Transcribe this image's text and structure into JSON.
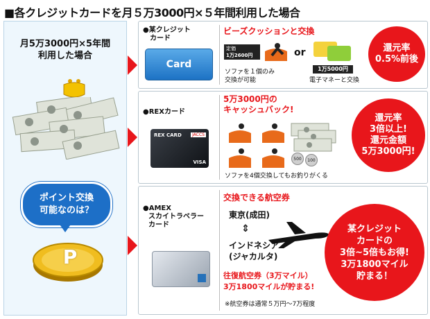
{
  "title": "■各クレジットカードを月５万3000円×５年間利用した場合",
  "left": {
    "lines": [
      "月5万3000円×5年間",
      "利用した場合"
    ],
    "bubble_lines": [
      "ポイント交換",
      "可能なのは？"
    ],
    "coin_letter": "P"
  },
  "panel1": {
    "card_lines": [
      "●某クレジット",
      "カード"
    ],
    "card_image_label": "Card",
    "heading": "ビーズクッションと交換",
    "price_tag_lines": [
      "定価",
      "1万2600円"
    ],
    "or": "or",
    "price2": "1万5000円",
    "left_note_lines": [
      "ソファを１個のみ",
      "交換が可能"
    ],
    "right_note": "電子マネーと交換",
    "badge_lines": [
      "還元率",
      "0.5%前後"
    ]
  },
  "panel2": {
    "card_line": "●REXカード",
    "heading_lines": [
      "5万3000円の",
      "キャッシュバック!"
    ],
    "coin1": "500",
    "coin2": "100",
    "note": "ソファを4個交換してもお釣りがくる",
    "card_brand": "REX CARD",
    "card_logo": "JACCS",
    "card_visa": "VISA",
    "badge_lines": [
      "還元率",
      "3倍以上!",
      "還元金額",
      "5万3000円!"
    ]
  },
  "panel3": {
    "card_lines": [
      "●AMEX",
      "スカイトラベラー",
      "カード"
    ],
    "heading": "交換できる航空券",
    "from": "東京(成田)",
    "to_lines": [
      "インドネシア",
      "(ジャカルタ)"
    ],
    "result_lines": [
      "往復航空券（3万マイル）",
      "3万1800マイルが貯まる!"
    ],
    "note": "※航空券は通常５万円～7万程度",
    "badge_lines": [
      "某クレジット",
      "カードの",
      "3倍~5倍もお得!",
      "3万1800マイル",
      "貯まる！"
    ]
  },
  "colors": {
    "accent_red": "#e8161b",
    "bubble_blue": "#1d6fc7",
    "panel_bg": "#eef7fd"
  }
}
